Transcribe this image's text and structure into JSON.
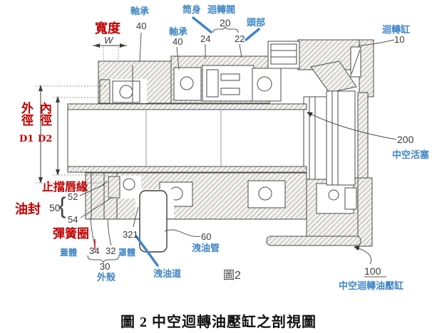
{
  "figure": {
    "caption": "圖 2 中空迴轉油壓缸之剖視圖",
    "inner_label": "圖2"
  },
  "dimensions": {
    "width_label": "寬度",
    "width_symbol": "W",
    "outer_dia_label": "外徑",
    "outer_dia_symbol": "D1",
    "inner_dia_label": "內徑",
    "inner_dia_symbol": "D2"
  },
  "annotations": {
    "stop_lip": "止擋唇緣",
    "oil_seal": "油封",
    "spring_ring": "彈簧圈"
  },
  "parts": {
    "bearing_top": {
      "name": "軸承",
      "num": "40"
    },
    "bearing_mid": {
      "name": "軸承",
      "num": "40"
    },
    "rotary_valve": {
      "name": "迴轉閥",
      "num": "20"
    },
    "barrel": {
      "name": "筒身",
      "num": "24"
    },
    "head": {
      "name": "頭部",
      "num": "22"
    },
    "rotary_cylinder": {
      "name": "迴轉缸",
      "num": "10"
    },
    "hollow_piston": {
      "name": "中空活塞",
      "num": "200"
    },
    "hollow_rotary_cylinder": {
      "name": "中空迴轉油壓缸",
      "num": "100"
    },
    "oil_seal_group": {
      "num": "50"
    },
    "seal_upper": {
      "num": "52"
    },
    "seal_lower": {
      "num": "54"
    },
    "cover": {
      "name": "蓋體",
      "num": "34"
    },
    "shroud": {
      "name": "罩體",
      "num": "32"
    },
    "outer_shell": {
      "name": "外殼",
      "num": "30"
    },
    "drain_passage": {
      "name": "洩油道",
      "num": "321"
    },
    "drain_pipe": {
      "name": "洩油管",
      "num": "60"
    }
  },
  "colors": {
    "red_annotation": "#c00000",
    "blue_label": "#3f86c6",
    "drawing_line": "#4a4a48"
  }
}
